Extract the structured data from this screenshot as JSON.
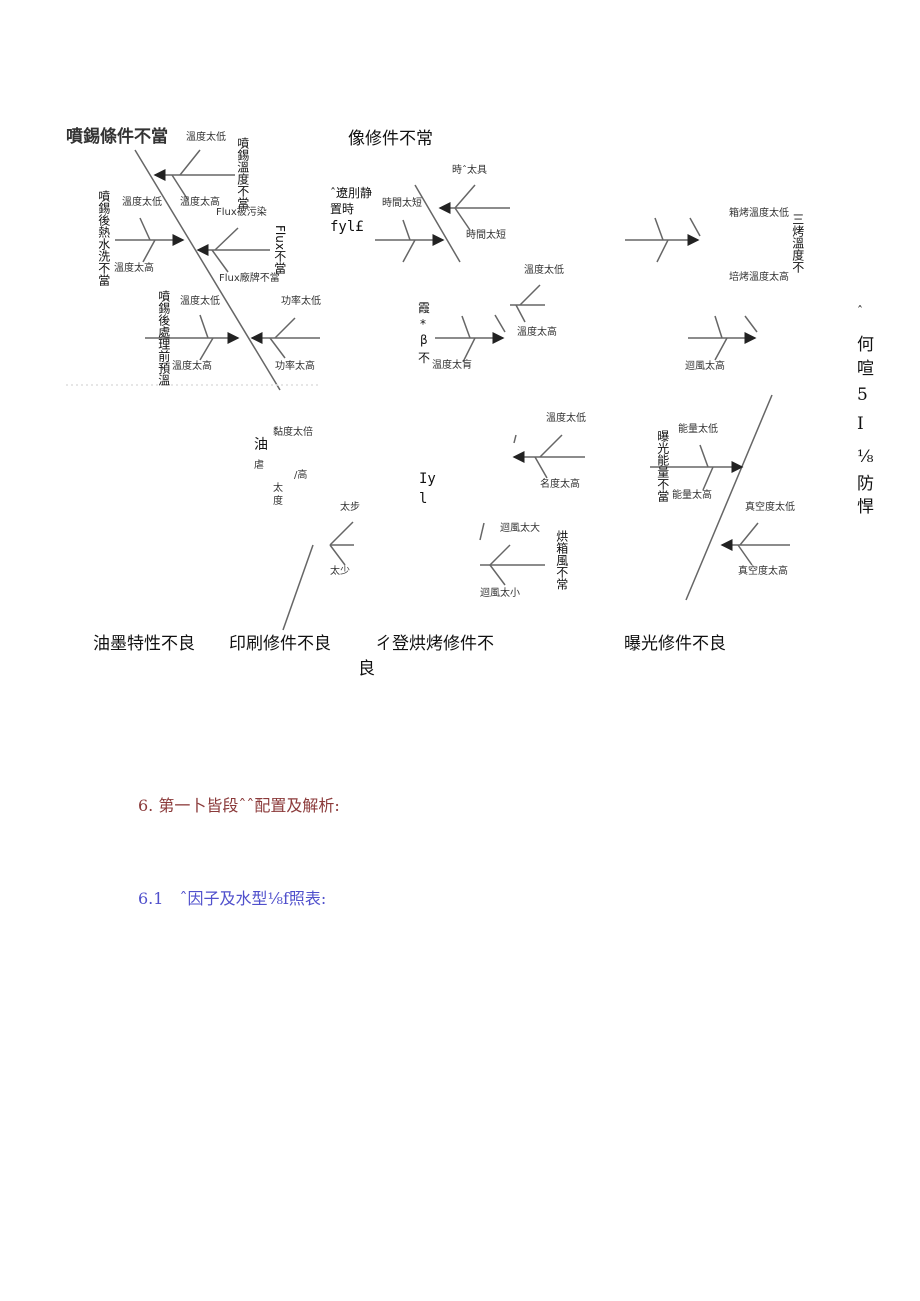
{
  "colors": {
    "heading": "#8b3a3a",
    "subheading": "#5050cc",
    "lines": "#555555"
  },
  "diagram": {
    "labels": [
      "噴錫條件不當",
      "溫度太低",
      "噴錫溫度不當",
      "噴錫後熱水洗不當",
      "溫度太低",
      "溫度太高",
      "Flux被污染",
      "Flux不當",
      "溫度太高",
      "Flux廠牌不當",
      "噴錫後處理前預溫",
      "溫度太低",
      "功率太低",
      "溫度太高",
      "功率太高",
      "像修件不常",
      "時ˆ太具",
      "ˆ遼刖静",
      "置時",
      "fyl£",
      "時間太短",
      "時間太短",
      "溫度太低",
      "霞",
      "*",
      "β",
      "不",
      "温度太肓",
      "溫度太高",
      "箱烤溫度太低",
      "三烤溫度不",
      "培烤溫度太高",
      "迴風太高",
      "ˆ",
      "何",
      "喧",
      "5",
      "I",
      "⅛",
      "防",
      "悍",
      "黏度太倍",
      "油",
      "虐",
      "/高",
      "太",
      "度",
      "太步",
      "太少",
      "Iy",
      "l",
      "溫度太低",
      "名度太高",
      "迴風太大",
      "烘箱風不常",
      "迴風太小",
      "能量太低",
      "曝光能量不當",
      "能量太高",
      "真空度太低",
      "真空度太高"
    ],
    "categories": [
      "油墨特性不良",
      "印刷修件不良",
      "ㄔ登烘烤修件不",
      "良",
      "曝光修件不良"
    ]
  },
  "section": {
    "heading": "6. 第一卜皆段ˆˆ配置及解析:",
    "subheading": "6.1　ˆ因子及水型⅛f照表:"
  }
}
